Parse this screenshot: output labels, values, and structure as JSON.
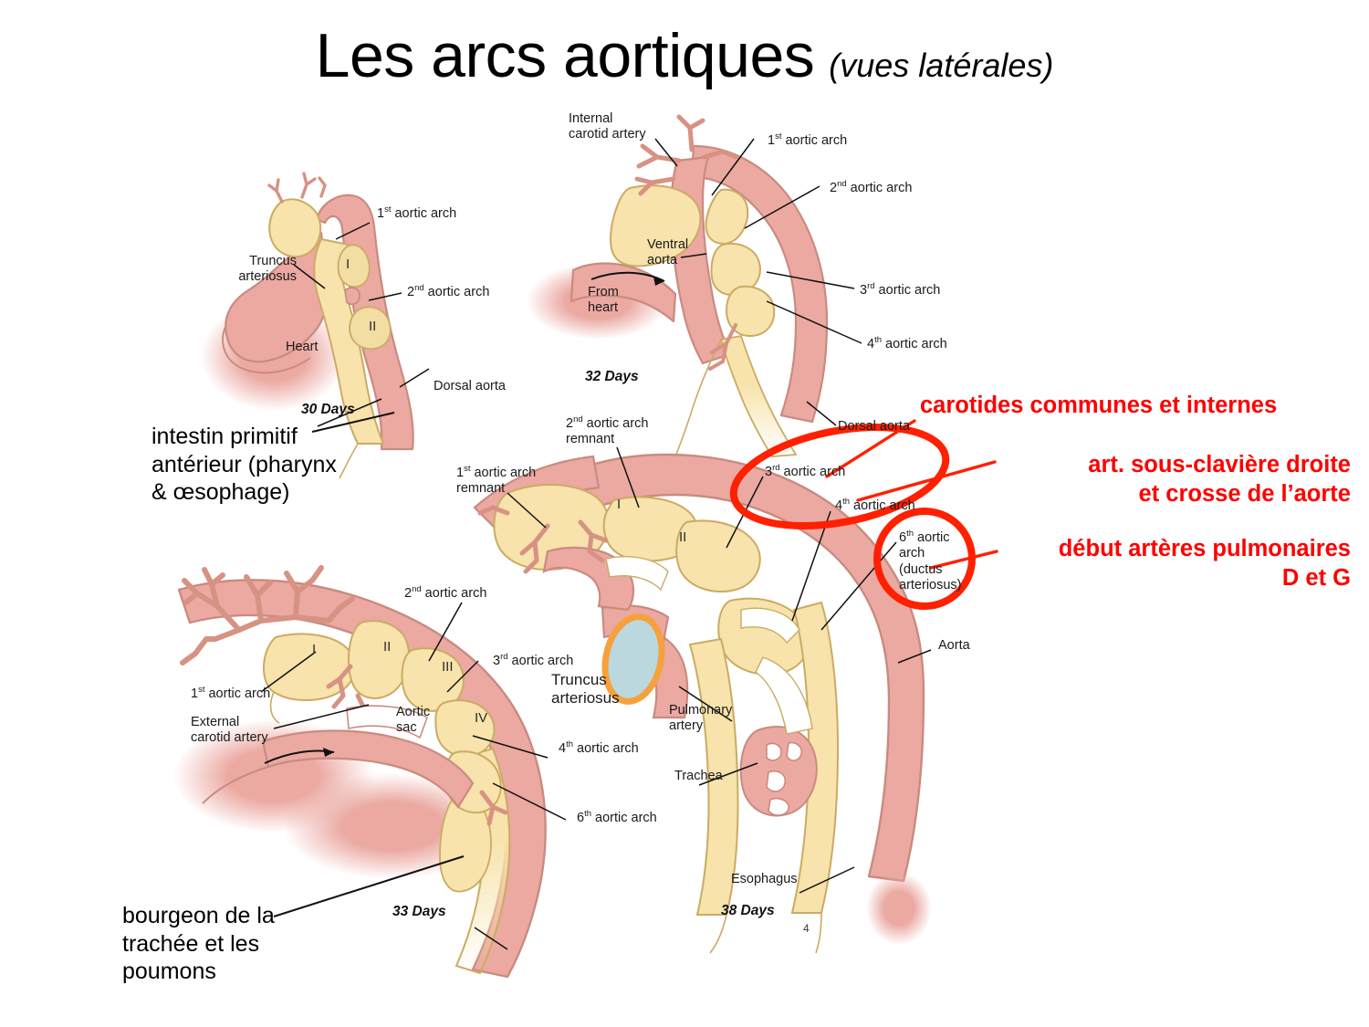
{
  "slide": {
    "title_main": "Les arcs aortiques",
    "title_sub": "(vues latérales)",
    "page_number": "4"
  },
  "colors": {
    "vessel_fill": "#eba9a2",
    "vessel_stroke": "#c98b80",
    "pouch_fill": "#f7e3ab",
    "pouch_stroke": "#cbab63",
    "annotation_red": "#FF0000",
    "highlight_orange": "#F6A13C",
    "highlight_blue": "#BBD8DE",
    "label_black": "#1a1a1a",
    "background": "#FFFFFF"
  },
  "panels": [
    {
      "id": "panel-30-days",
      "stage": "30 Days",
      "labels": [
        {
          "text": "1st aortic arch",
          "sup": "st"
        },
        {
          "text": "Truncus\narteriosus"
        },
        {
          "text": "2nd aortic arch",
          "sup": "nd"
        },
        {
          "text": "Heart"
        },
        {
          "text": "Dorsal aorta"
        }
      ],
      "pouches": [
        "I",
        "II"
      ]
    },
    {
      "id": "panel-32-days",
      "stage": "32 Days",
      "labels": [
        {
          "text": "Internal\ncarotid artery"
        },
        {
          "text": "1st aortic arch",
          "sup": "st"
        },
        {
          "text": "2nd aortic arch",
          "sup": "nd"
        },
        {
          "text": "Ventral\naorta"
        },
        {
          "text": "From\nheart"
        },
        {
          "text": "3rd aortic arch",
          "sup": "rd"
        },
        {
          "text": "4th aortic arch",
          "sup": "th"
        },
        {
          "text": "Dorsal aorta"
        }
      ],
      "pouches": []
    },
    {
      "id": "panel-33-days",
      "stage": "33 Days",
      "labels": [
        {
          "text": "2nd aortic arch",
          "sup": "nd"
        },
        {
          "text": "1st aortic arch",
          "sup": "st"
        },
        {
          "text": "External\ncarotid artery"
        },
        {
          "text": "Aortic\nsac"
        },
        {
          "text": "3rd aortic arch",
          "sup": "rd"
        },
        {
          "text": "4th aortic arch",
          "sup": "th"
        },
        {
          "text": "6th aortic arch",
          "sup": "th"
        }
      ],
      "pouches": [
        "I",
        "II",
        "III",
        "IV"
      ]
    },
    {
      "id": "panel-38-days",
      "stage": "38 Days",
      "labels": [
        {
          "text": "2nd aortic arch\nremnant",
          "sup": "nd"
        },
        {
          "text": "1st aortic arch\nremnant",
          "sup": "st"
        },
        {
          "text": "3rd aortic arch",
          "sup": "rd"
        },
        {
          "text": "4th aortic arch",
          "sup": "th"
        },
        {
          "text": "6th aortic\narch\n(ductus\narteriosus)",
          "sup": "th"
        },
        {
          "text": "Aorta"
        },
        {
          "text": "Pulmonary\nartery"
        },
        {
          "text": "Trachea"
        },
        {
          "text": "Esophagus"
        }
      ],
      "pouches": [
        "I",
        "II"
      ]
    }
  ],
  "label_text": {
    "arch_1": "aortic arch",
    "arch_1_ord": "1",
    "arch_1_sup": "st",
    "arch_2_ord": "2",
    "arch_2_sup": "nd",
    "arch_3_ord": "3",
    "arch_3_sup": "rd",
    "arch_4_ord": "4",
    "arch_6_ord": "6",
    "arch_th_sup": "th",
    "truncus_arteriosus": "Truncus\narteriosus",
    "heart": "Heart",
    "dorsal_aorta": "Dorsal aorta",
    "internal_carotid_artery": "Internal\ncarotid artery",
    "ventral_aorta": "Ventral\naorta",
    "from_heart": "From\nheart",
    "external_carotid_artery": "External\ncarotid artery",
    "aortic_sac": "Aortic\nsac",
    "remnant": "remnant",
    "ductus_line1": "arch",
    "ductus_line2": "(ductus",
    "ductus_line3": "arteriosus)",
    "aorta": "Aorta",
    "pulmonary_artery": "Pulmonary\nartery",
    "trachea": "Trachea",
    "esophagus": "Esophagus",
    "truncus_arteriosus_plain": "Truncus\narteriosus",
    "stage_30": "30 Days",
    "stage_32": "32 Days",
    "stage_33": "33 Days",
    "stage_38": "38 Days",
    "roman_I": "I",
    "roman_II": "II",
    "roman_III": "III",
    "roman_IV": "IV"
  },
  "annotations_fr_black": [
    {
      "id": "ann-intestin-primitif",
      "text": "intestin primitif\nantérieur (pharynx\n& œsophage)"
    },
    {
      "id": "ann-bourgeon-trachee",
      "text": "bourgeon de la\ntrachée et les\npoumons"
    }
  ],
  "annotations_fr_red": [
    {
      "id": "ann-carotides",
      "text": "carotides communes et internes"
    },
    {
      "id": "ann-sous-claviere",
      "text": "art. sous-clavière droite\net crosse de l’aorte"
    },
    {
      "id": "ann-pulmonaires",
      "text": "début artères pulmonaires\nD et G"
    }
  ],
  "highlights": [
    {
      "id": "highlight-ellipse-carotids",
      "shape": "ellipse",
      "color": "#FF2000"
    },
    {
      "id": "highlight-circle-ductus",
      "shape": "circle",
      "color": "#FF2000"
    },
    {
      "id": "highlight-ellipse-truncus",
      "shape": "ellipse",
      "color": "#F6A13C",
      "fill": "#BBD8DE"
    }
  ]
}
